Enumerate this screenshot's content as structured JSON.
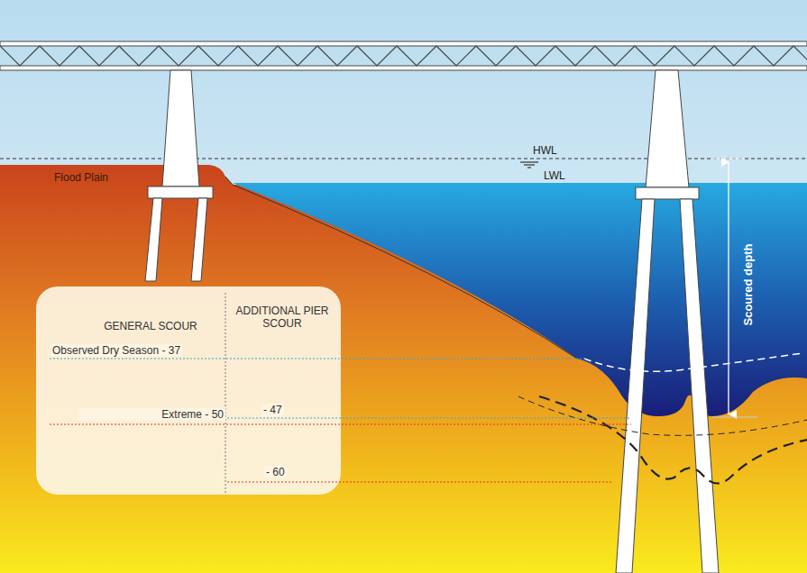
{
  "diagram": {
    "nodes": [
      {
        "text": [
          "GENERAL SCOUR",
          "ADDITIONAL PIER SCOUR",
          "Observed Dry Season - 37",
          "Extreme - 50",
          "- 47",
          "- 60"
        ]
      }
    ],
    "labels": [
      "Flood Plain",
      "HWL",
      "LWL",
      "Scoured depth"
    ]
  }
}
